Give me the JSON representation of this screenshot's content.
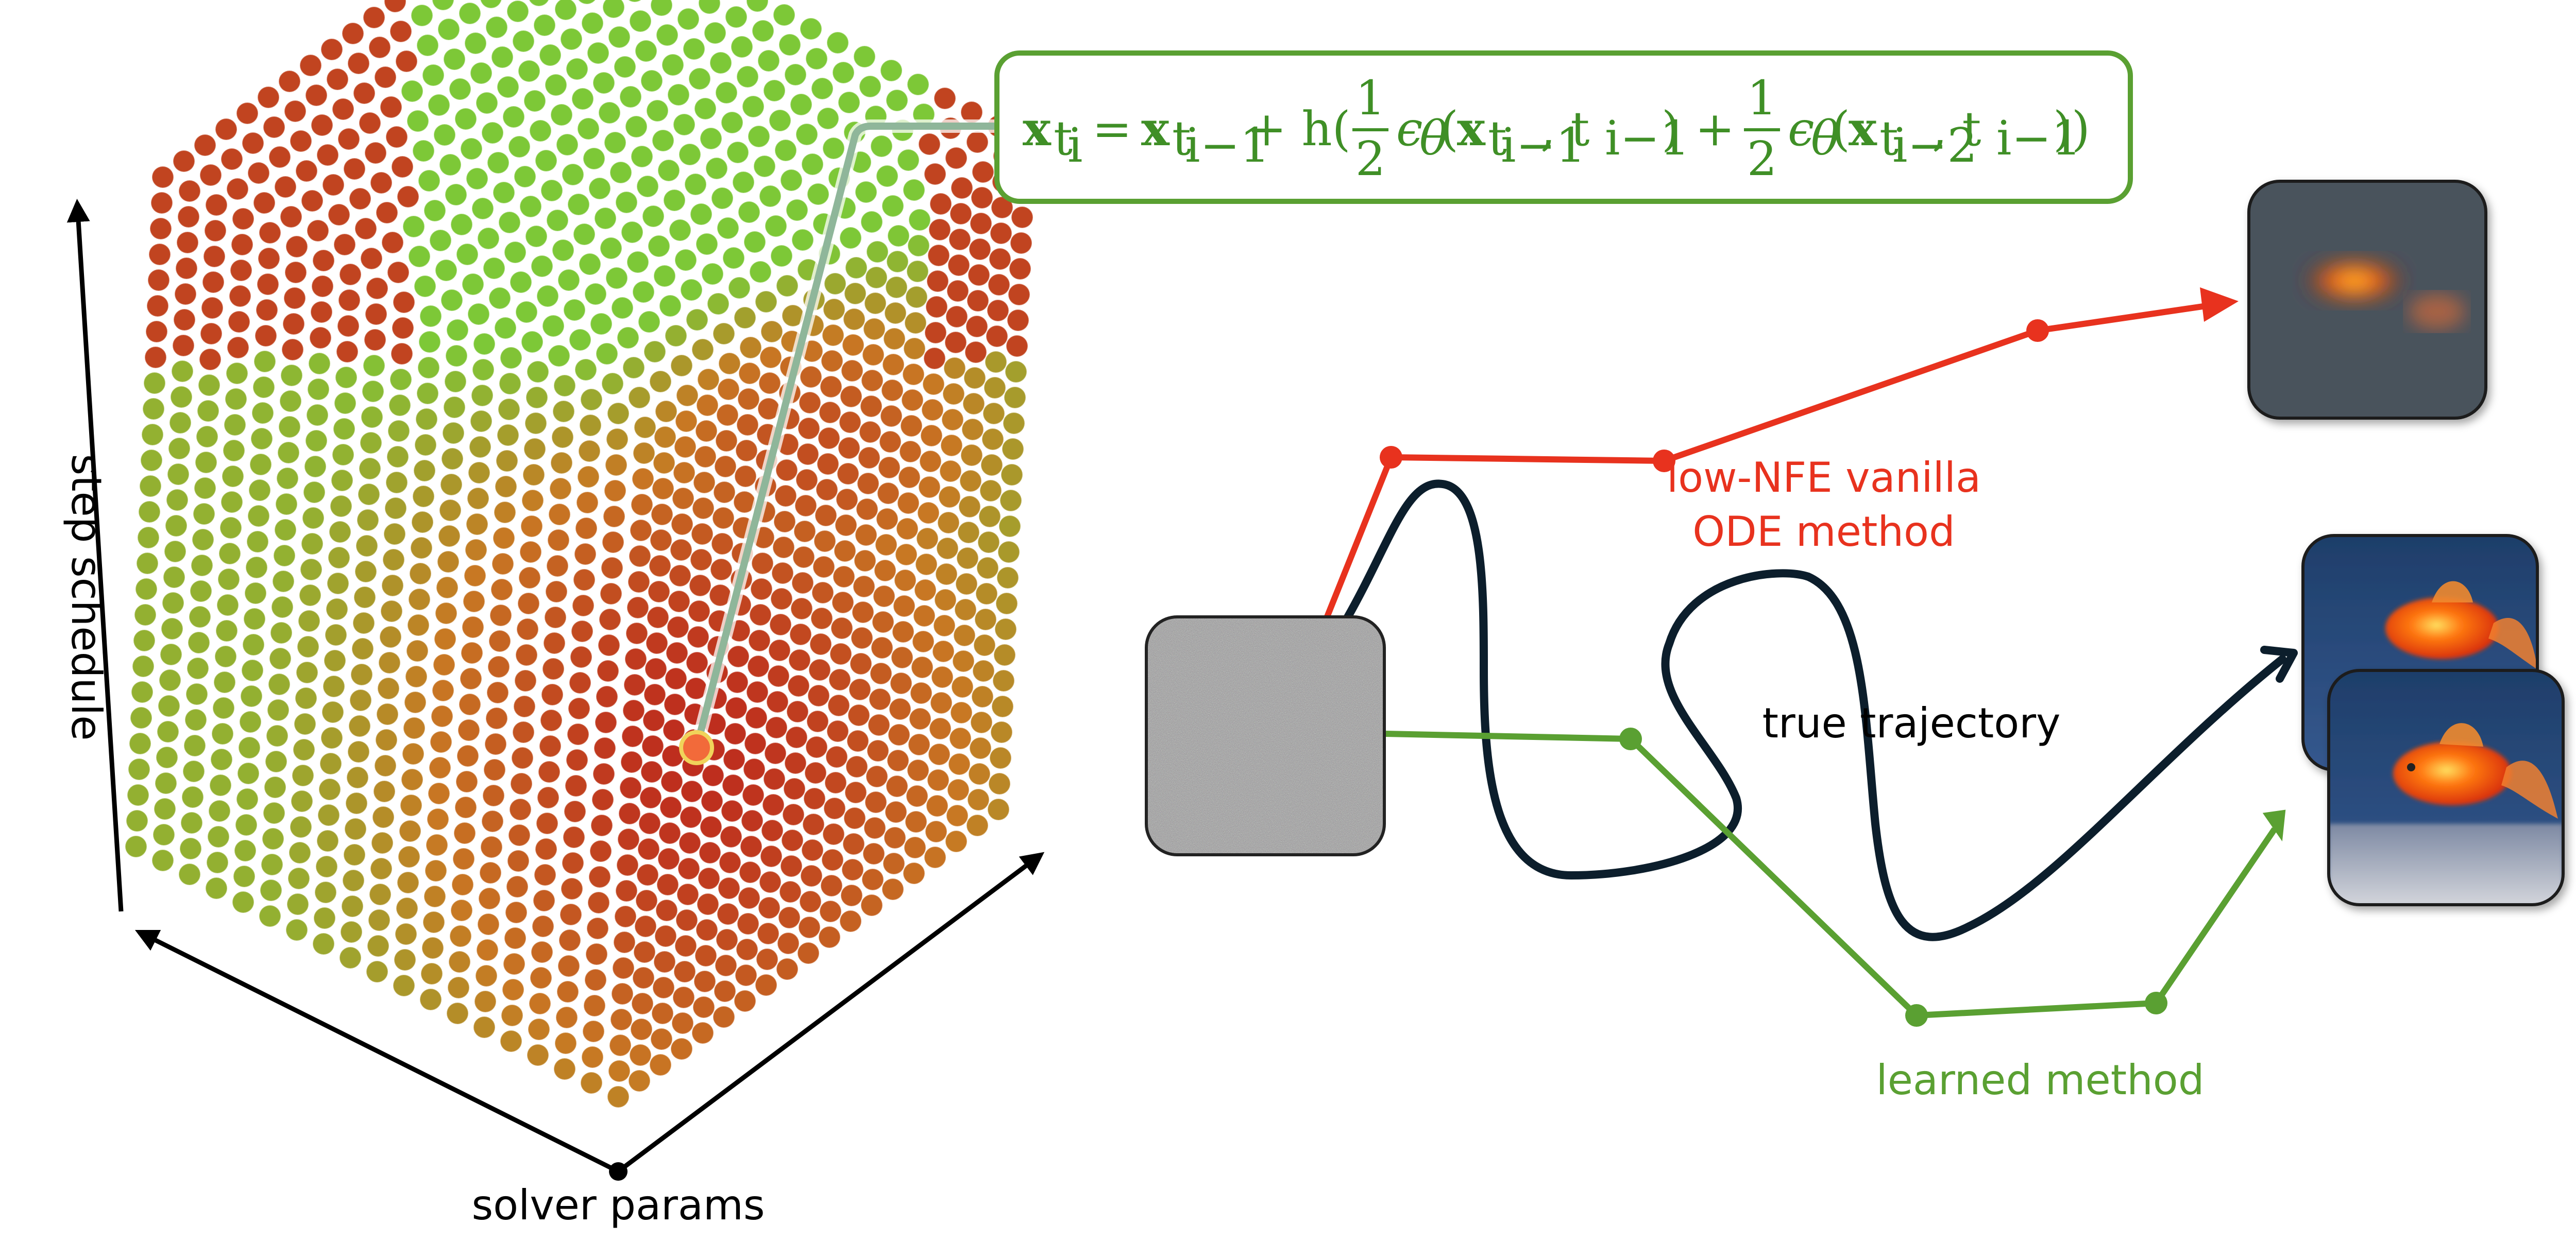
{
  "colors": {
    "red": "#e8321e",
    "green": "#5aa032",
    "navy": "#0c1e2c",
    "eq_border": "#5aa032",
    "eq_text": "#3f8f26"
  },
  "equation": {
    "lhs": "x",
    "lhs_sub": "t",
    "lhs_subsub": "i",
    "eq": "=",
    "term1": "x",
    "term1_sub": "t",
    "term1_subsub": "i−1",
    "plus_h": "+ h(",
    "half_num": "1",
    "half_den": "2",
    "eps1": "ϵ",
    "theta": "θ",
    "arg1_x": "x",
    "arg1_sub": "t",
    "arg1_subsub": "i−1",
    "arg1_t": ", t",
    "arg1_tsub": "i−1",
    "close1": ") +",
    "eps2": "ϵ",
    "arg2_x": "x",
    "arg2_sub": "t",
    "arg2_subsub": "i−2",
    "arg2_t": ", t",
    "arg2_tsub": "i−1",
    "close2": "))"
  },
  "labels": {
    "step_schedule": "step schedule",
    "solver_params": "solver params",
    "low_nfe_line1": "low-NFE vanilla",
    "low_nfe_line2": "ODE method",
    "true_trajectory": "true trajectory",
    "learned_method": "learned method"
  },
  "icons": {
    "noise": "noise-image-icon",
    "blurry_goldfish": "blurry-goldfish-image-icon",
    "sharp_goldfish": "goldfish-image-icon"
  }
}
